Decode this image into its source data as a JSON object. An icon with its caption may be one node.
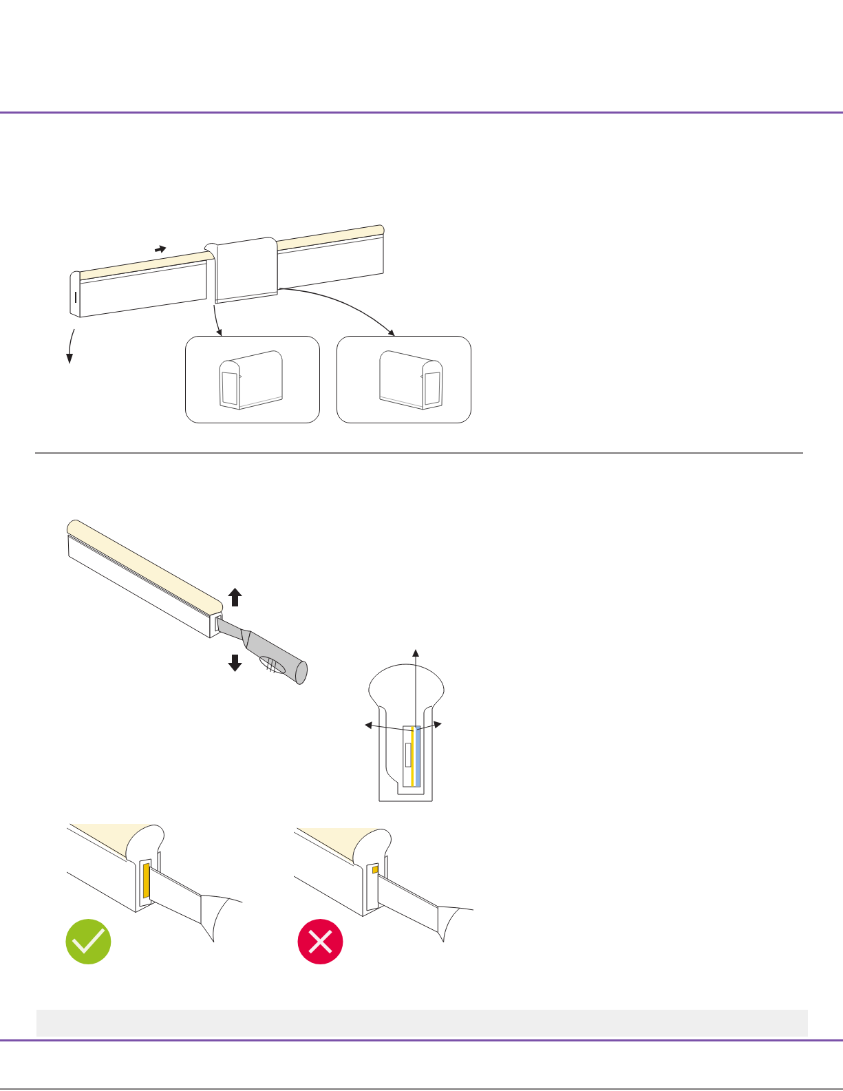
{
  "diagram": {
    "nodes": [
      {
        "text": [],
        "shape": "picture"
      },
      {
        "text": [],
        "shape": "box"
      },
      {
        "text": [],
        "shape": "box"
      }
    ],
    "edges": [
      {
        "from": 0,
        "to": 1,
        "arrow": "to"
      },
      {
        "from": 0,
        "to": 2,
        "arrow": "to"
      }
    ]
  }
}
